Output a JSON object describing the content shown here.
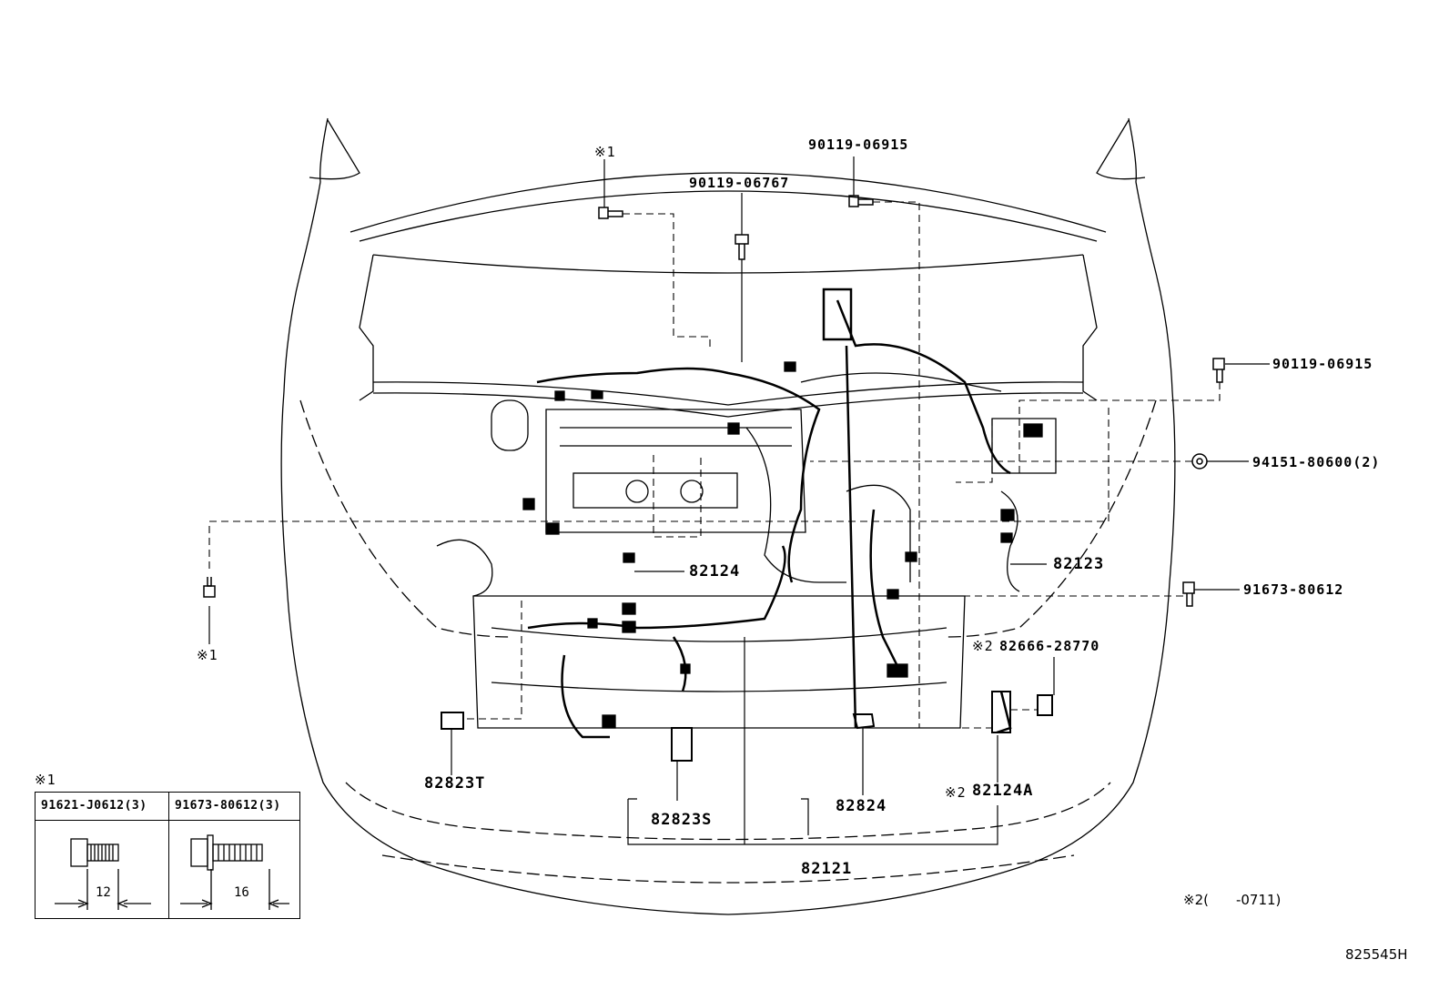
{
  "diagram": {
    "id_code": "825545H",
    "note_mark_1": "※1",
    "note_mark_2": "※2",
    "footnote": "※2(　　-0711)"
  },
  "labels": {
    "bolt_top_left_mark": "※1",
    "bolt_90119_06767": "90119-06767",
    "bolt_90119_06915_top": "90119-06915",
    "bolt_90119_06915_right": "90119-06915",
    "nut_94151_80600": "94151-80600(2)",
    "bolt_91673_80612": "91673-80612",
    "clip_82666_28770_mark": "※2",
    "clip_82666_28770": "82666-28770",
    "bolt_left_mark": "※1",
    "wire_82124": "82124",
    "wire_82123": "82123",
    "wire_82823T": "82823T",
    "wire_82823S": "82823S",
    "wire_82824": "82824",
    "wire_82124A_mark": "※2",
    "wire_82124A": "82124A",
    "wire_82121": "82121"
  },
  "spec_table": {
    "title_mark": "※1",
    "columns": [
      {
        "part": "91621-J0612(3)",
        "length": "12"
      },
      {
        "part": "91673-80612(3)",
        "length": "16"
      }
    ]
  }
}
